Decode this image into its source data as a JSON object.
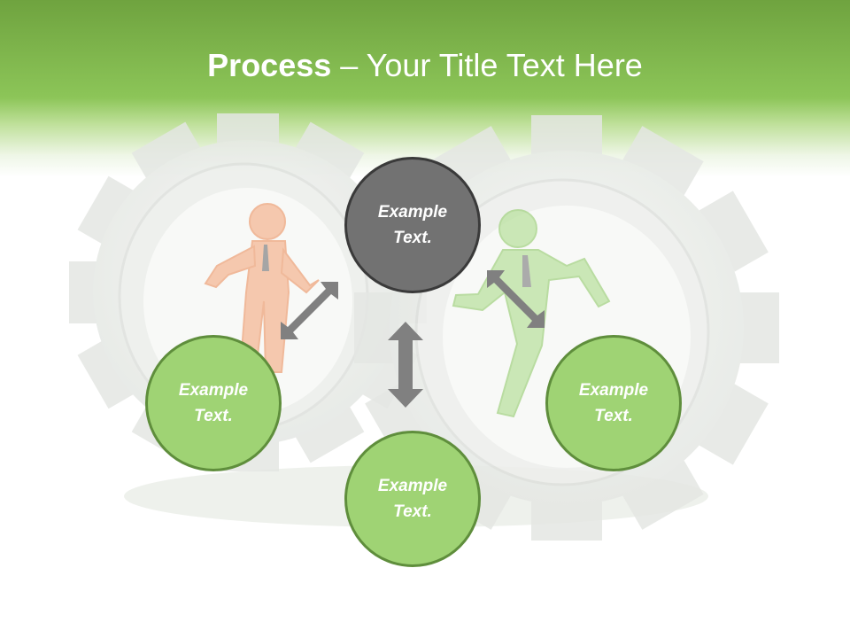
{
  "header": {
    "title_bold": "Process",
    "title_rest": " – Your Title Text Here"
  },
  "nodes": {
    "center": {
      "line1": "Example",
      "line2": "Text."
    },
    "left": {
      "line1": "Example",
      "line2": "Text."
    },
    "bottom": {
      "line1": "Example",
      "line2": "Text."
    },
    "right": {
      "line1": "Example",
      "line2": "Text."
    }
  },
  "colors": {
    "header_green": "#8cc558",
    "node_green": "#9fd374",
    "node_gray": "#727272",
    "arrow_gray": "#808080"
  }
}
